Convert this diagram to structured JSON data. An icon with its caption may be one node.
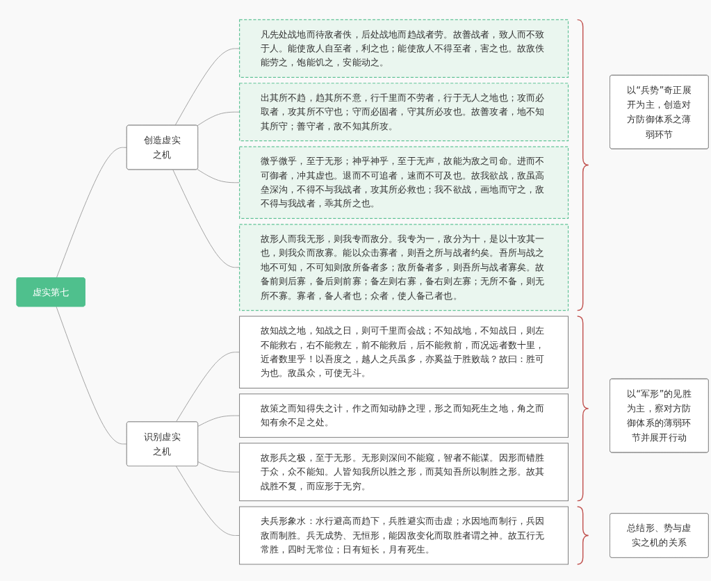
{
  "diagram": {
    "nodes": [
      {
        "text": [
          "虚实第七"
        ]
      },
      {
        "text": [
          "创造虚实之机"
        ]
      },
      {
        "text": [
          "凡先处战地而待敌者佚，后处战地而趋战者劳。故善战者，致人而不致于人。能使敌人自至者，利之也；能使敌人不得至者，害之也。故敌佚能劳之，饱能饥之，安能动之。"
        ]
      },
      {
        "text": [
          "出其所不趋，趋其所不意，行千里而不劳者，行于无人之地也；攻而必取者，攻其所不守也；守而必固者，守其所必攻也。故善攻者，地不知其所守；善守者，敌不知其所攻。"
        ]
      },
      {
        "text": [
          "微乎微乎，至于无形；神乎神乎，至于无声，故能为敌之司命。进而不可御者，冲其虚也。退而不可追者，速而不可及也。故我欲战，敌虽高垒深沟，不得不与我战者，攻其所必救也；我不欲战，画地而守之，敌不得与我战者，乖其所之也。"
        ]
      },
      {
        "text": [
          "故形人而我无形，则我专而敌分。我专为一，敌分为十，是以十攻其一也，则我众而敌寡。能以众击寡者，则吾之所与战者约矣。吾所与战之地不可知，不可知则敌所备者多；敌所备者多，则吾所与战者寡矣。故备前则后寡，备后则前寡；备左则右寡，备右则左寡；无所不备，则无所不寡。寡者，备人者也；众者，使人备己者也。"
        ]
      },
      {
        "text": [
          "以“兵势”奇正展开为主，创造对方防御体系之薄弱环节"
        ]
      },
      {
        "text": [
          "识别虚实之机"
        ]
      },
      {
        "text": [
          "故知战之地，知战之日，则可千里而会战；不知战地，不知战日，则左不能救右，右不能救左，前不能救后，后不能救前，而况远者数十里，近者数里乎！以吾度之，越人之兵虽多，亦奚益于胜败哉？故曰：胜可为也。敌虽众，可使无斗。"
        ]
      },
      {
        "text": [
          "故策之而知得失之计，作之而知动静之理，形之而知死生之地，角之而知有余不足之处。"
        ]
      },
      {
        "text": [
          "故形兵之极，至于无形。无形则深间不能窥，智者不能谋。因形而错胜于众，众不能知。人皆知我所以胜之形，而莫知吾所以制胜之形。故其战胜不复，而应形于无穷。"
        ]
      },
      {
        "text": [
          "夫兵形象水：水行避高而趋下，兵胜避实而击虚；水因地而制行，兵因敌而制胜。兵无成势、无恒形，能因敌变化而取胜者谓之神。故五行无常胜，四时无常位；日有短长，月有死生。"
        ]
      },
      {
        "text": [
          "以“军形”的见胜为主，察对方防御体系的薄弱环节并展开行动"
        ]
      },
      {
        "text": [
          "总结形、势与虚实之机的关系"
        ]
      }
    ],
    "edges": [
      {
        "from": 0,
        "to": 1,
        "arrow": "none"
      },
      {
        "from": 0,
        "to": 7,
        "arrow": "none"
      },
      {
        "from": 1,
        "to": 2,
        "arrow": "none"
      },
      {
        "from": 1,
        "to": 3,
        "arrow": "none"
      },
      {
        "from": 1,
        "to": 4,
        "arrow": "none"
      },
      {
        "from": 1,
        "to": 5,
        "arrow": "none"
      },
      {
        "from": 7,
        "to": 8,
        "arrow": "none"
      },
      {
        "from": 7,
        "to": 9,
        "arrow": "none"
      },
      {
        "from": 7,
        "to": 10,
        "arrow": "none"
      },
      {
        "from": 7,
        "to": 11,
        "arrow": "none"
      }
    ]
  }
}
